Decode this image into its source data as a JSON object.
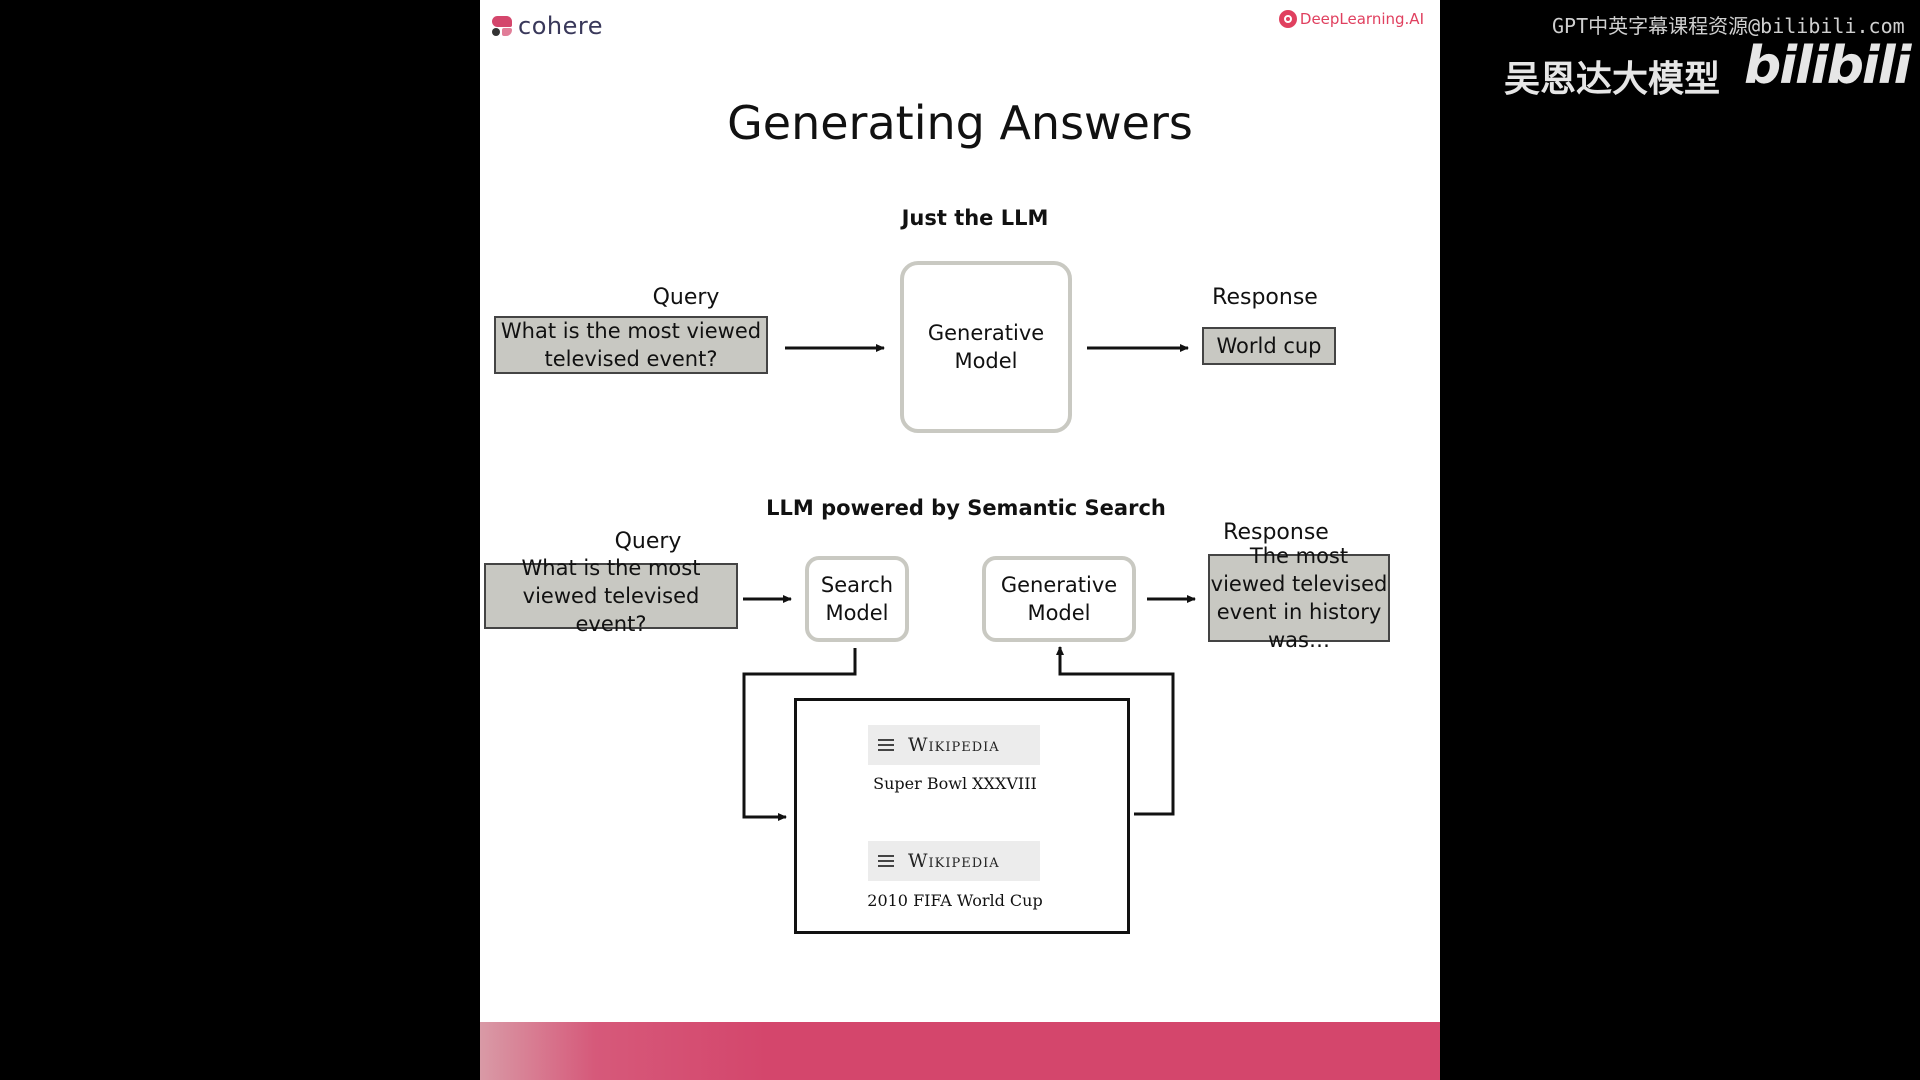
{
  "header": {
    "cohere_logo_text": "cohere",
    "deeplearning_logo_text": "DeepLearning.AI"
  },
  "slide": {
    "title": "Generating Answers"
  },
  "top_section": {
    "title": "Just the LLM",
    "query_label": "Query",
    "query_text": "What is the most viewed televised event?",
    "model_text": "Generative Model",
    "response_label": "Response",
    "response_text": "World cup"
  },
  "bottom_section": {
    "title": "LLM powered by Semantic Search",
    "query_label": "Query",
    "query_text": "What is the most viewed televised event?",
    "search_model_text": "Search Model",
    "generative_model_text": "Generative Model",
    "response_label": "Response",
    "response_text": "The most viewed televised event in history was…",
    "wiki_brand_1": "Wikipedia",
    "wiki_article_1": "Super Bowl XXXVIII",
    "wiki_brand_2": "Wikipedia",
    "wiki_article_2": "2010 FIFA World Cup"
  },
  "overlay": {
    "subtitle_credit": "GPT中英字幕课程资源@bilibili.com",
    "channel_name": "吴恩达大模型",
    "platform_logo": "bilibili"
  },
  "colors": {
    "background": "#000000",
    "slide": "#ffffff",
    "query_box": "#c8c8c2",
    "footer_accent": "#d4466c",
    "deeplearning_red": "#e0405f"
  }
}
